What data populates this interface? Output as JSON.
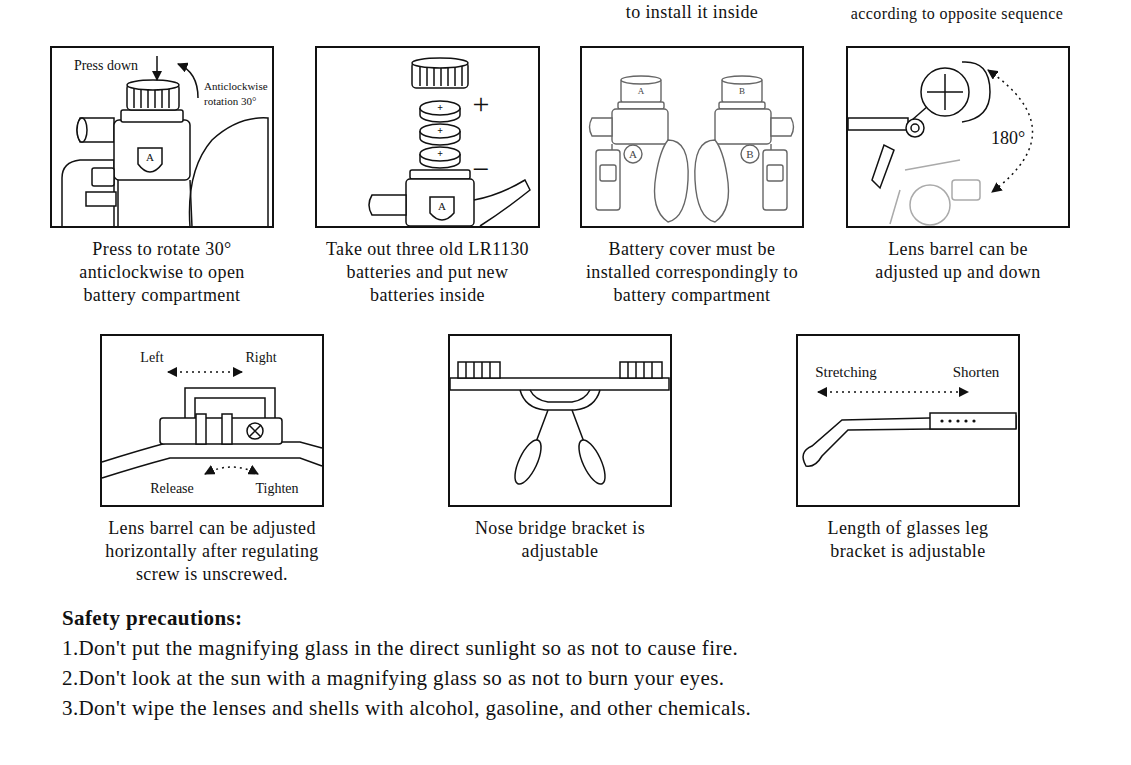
{
  "diagram": {
    "nodes": [
      {
        "text": [
          "Press down",
          "Anticlockwise rotation 30°",
          "A",
          "Press to rotate 30° anticlockwise to open battery compartment"
        ]
      },
      {
        "text": [
          "+",
          "+",
          "+",
          "+",
          "−",
          "A",
          "Take out three old LR1130 batteries and put new batteries inside"
        ]
      },
      {
        "text": [
          "A",
          "B",
          "A",
          "B",
          "Battery cover must be installed correspondingly to battery compartment"
        ]
      },
      {
        "text": [
          "180°",
          "Lens barrel can be adjusted up and down"
        ]
      },
      {
        "text": [
          "Left",
          "Right",
          "Release",
          "Tighten",
          "Lens barrel can be adjusted horizontally after regulating screw is unscrewed."
        ]
      },
      {
        "text": [
          "Nose bridge bracket is adjustable"
        ]
      },
      {
        "text": [
          "Stretching",
          "Shorten",
          "Length of glasses leg bracket is adjustable"
        ]
      }
    ],
    "edges": [],
    "labels": [
      "to install it inside",
      "according to opposite sequence",
      "Safety precautions:",
      "1.Don't put the magnifying glass in the direct sunlight so as not to cause fire.",
      "2.Don't look at the sun with a magnifying glass so as not to burn your eyes.",
      "3.Don't wipe the lenses and shells with alcohol, gasoline, and other chemicals."
    ]
  }
}
